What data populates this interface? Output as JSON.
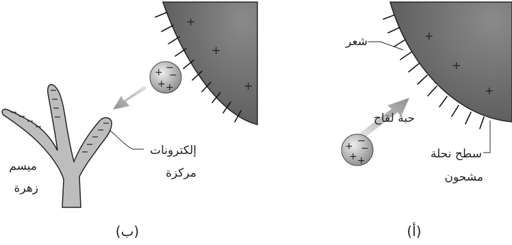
{
  "panels": {
    "left": {
      "caption": "(ب)",
      "labels": {
        "electrons": "إلكترونات",
        "concentrated": "مركزة",
        "stigma": "ميسم",
        "flower": "زهرة"
      }
    },
    "right": {
      "caption": "(أ)",
      "labels": {
        "hair": "شعر",
        "pollen_grain": "حبة لقاح",
        "bee_surface": "سطح نحلة",
        "charged": "مشحون"
      }
    }
  },
  "signs": {
    "plus": "+",
    "minus": "−"
  },
  "colors": {
    "bee_body": "#6f6f6f",
    "pollen": "#999999",
    "stigma": "#bdbdbd",
    "arrow": "#9a9a9a"
  }
}
